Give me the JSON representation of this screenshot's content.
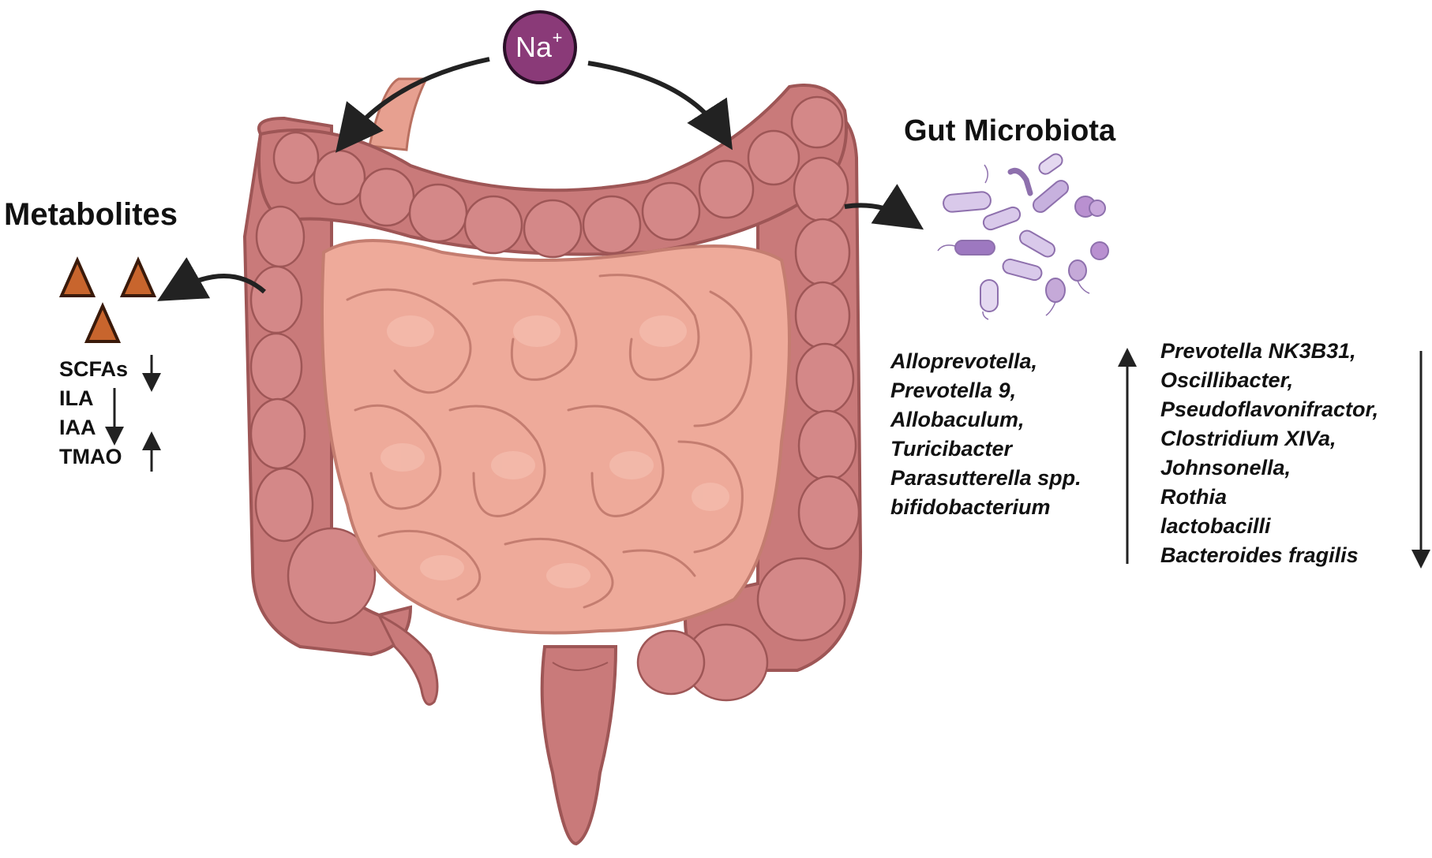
{
  "ion": {
    "symbol": "Na",
    "charge": "+"
  },
  "metabolites": {
    "title": "Metabolites",
    "items": [
      {
        "label": "SCFAs",
        "trend": "down"
      },
      {
        "label": "ILA",
        "trend": "down"
      },
      {
        "label": "IAA",
        "trend": "down"
      },
      {
        "label": "TMAO",
        "trend": "up"
      }
    ]
  },
  "microbiota": {
    "title": "Gut Microbiota",
    "increased": [
      "Alloprevotella,",
      "Prevotella 9,",
      "Allobaculum,",
      "Turicibacter",
      "Parasutterella spp.",
      "bifidobacterium"
    ],
    "decreased": [
      "Prevotella NK3B31,",
      "Oscillibacter,",
      "Pseudoflavonifractor,",
      "Clostridium XIVa,",
      "Johnsonella,",
      "Rothia",
      "lactobacilli",
      "Bacteroides fragilis"
    ]
  },
  "colors": {
    "sodium_fill": "#8a3a78",
    "colon": "#c97a7a",
    "colon_dark": "#9e5656",
    "small_intestine": "#eeaa9a",
    "small_intestine_line": "#c47d70",
    "triangle": "#c8652d",
    "bacteria": "#a889c4"
  }
}
